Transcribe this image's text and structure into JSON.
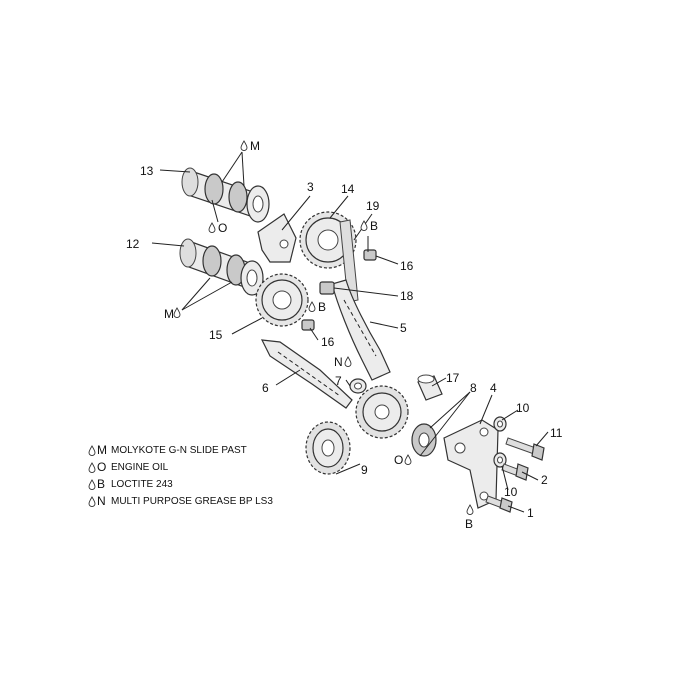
{
  "callouts": {
    "p1": "1",
    "p2": "2",
    "p3": "3",
    "p4": "4",
    "p5": "5",
    "p6": "6",
    "p7": "7",
    "p8": "8",
    "p9": "9",
    "p10a": "10",
    "p10b": "10",
    "p11": "11",
    "p12": "12",
    "p13": "13",
    "p14": "14",
    "p15": "15",
    "p16a": "16",
    "p16b": "16",
    "p17": "17",
    "p18": "18",
    "p19": "19"
  },
  "lube_marks": {
    "m_top": "M",
    "o_cam": "O",
    "m_low": "M",
    "b_top": "B",
    "b_mid": "B",
    "n_chain": "N",
    "o_gear": "O",
    "b_bottom": "B"
  },
  "legend": [
    {
      "symbol": "M",
      "text": "MOLYKOTE G-N SLIDE PAST"
    },
    {
      "symbol": "O",
      "text": "ENGINE OIL"
    },
    {
      "symbol": "B",
      "text": "LOCTITE 243"
    },
    {
      "symbol": "N",
      "text": "MULTI PURPOSE GREASE BP LS3"
    }
  ]
}
